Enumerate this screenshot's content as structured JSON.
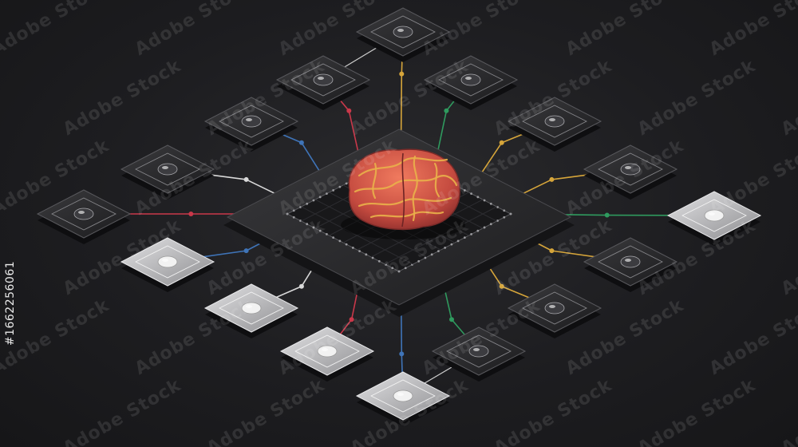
{
  "watermark": {
    "text": "Adobe Stock",
    "stock_id": "#1662256061"
  },
  "scene": {
    "subject": "brain-on-circuit-chip",
    "colors": {
      "background": "#1b1b1d",
      "chip": "#2b2b2e",
      "module_dark": "#232325",
      "module_light": "#b9b9bb",
      "wire_gold": "#d6a53a",
      "wire_red": "#c9384a",
      "wire_green": "#2f9a5e",
      "wire_blue": "#3f74b8",
      "wire_white": "#d9d9d9",
      "brain_base": "#d75a4a",
      "brain_vein": "#e9b04a"
    }
  }
}
